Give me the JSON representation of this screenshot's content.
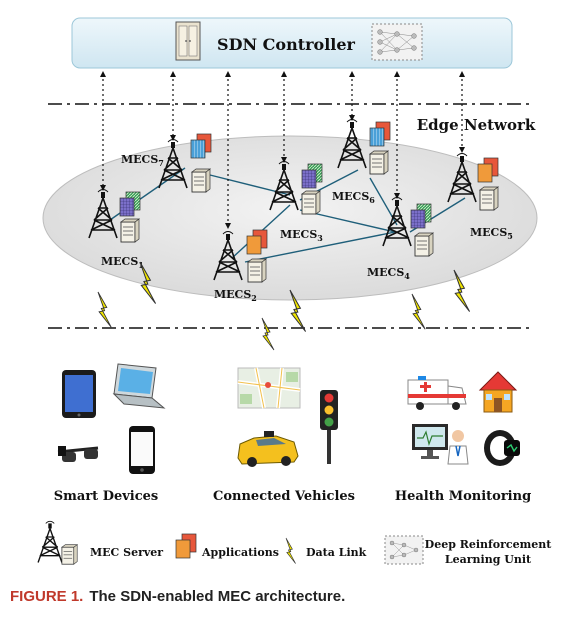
{
  "controller": {
    "title": "SDN Controller"
  },
  "edge_network": {
    "label": "Edge Network"
  },
  "mec_nodes": [
    {
      "name": "MECS",
      "sub": "1"
    },
    {
      "name": "MECS",
      "sub": "2"
    },
    {
      "name": "MECS",
      "sub": "3"
    },
    {
      "name": "MECS",
      "sub": "4"
    },
    {
      "name": "MECS",
      "sub": "5"
    },
    {
      "name": "MECS",
      "sub": "6"
    },
    {
      "name": "MECS",
      "sub": "7"
    }
  ],
  "device_groups": [
    {
      "label": "Smart Devices"
    },
    {
      "label": "Connected Vehicles"
    },
    {
      "label": "Health Monitoring"
    }
  ],
  "legend": {
    "mec_server": "MEC Server",
    "applications": "Applications",
    "data_link": "Data Link",
    "drl_unit_line1": "Deep Reinforcement",
    "drl_unit_line2": "Learning Unit"
  },
  "caption": {
    "figure": "FIGURE 1.",
    "text": "The SDN-enabled MEC architecture."
  },
  "colors": {
    "controller_fill": "#dceef6",
    "edge_cloud": "#e6e6e6",
    "link_line": "#1f5f7a",
    "lightning": "#f2e600",
    "caption_accent": "#c0392b"
  },
  "icons": [
    "server-icon",
    "tower-icon",
    "app-stack-icon",
    "lightning-icon",
    "neural-net-icon",
    "tablet-icon",
    "laptop-icon",
    "smart-glasses-icon",
    "smartphone-icon",
    "map-icon",
    "traffic-light-icon",
    "taxi-icon",
    "ambulance-icon",
    "house-icon",
    "doctor-monitor-icon",
    "fitness-band-icon"
  ]
}
